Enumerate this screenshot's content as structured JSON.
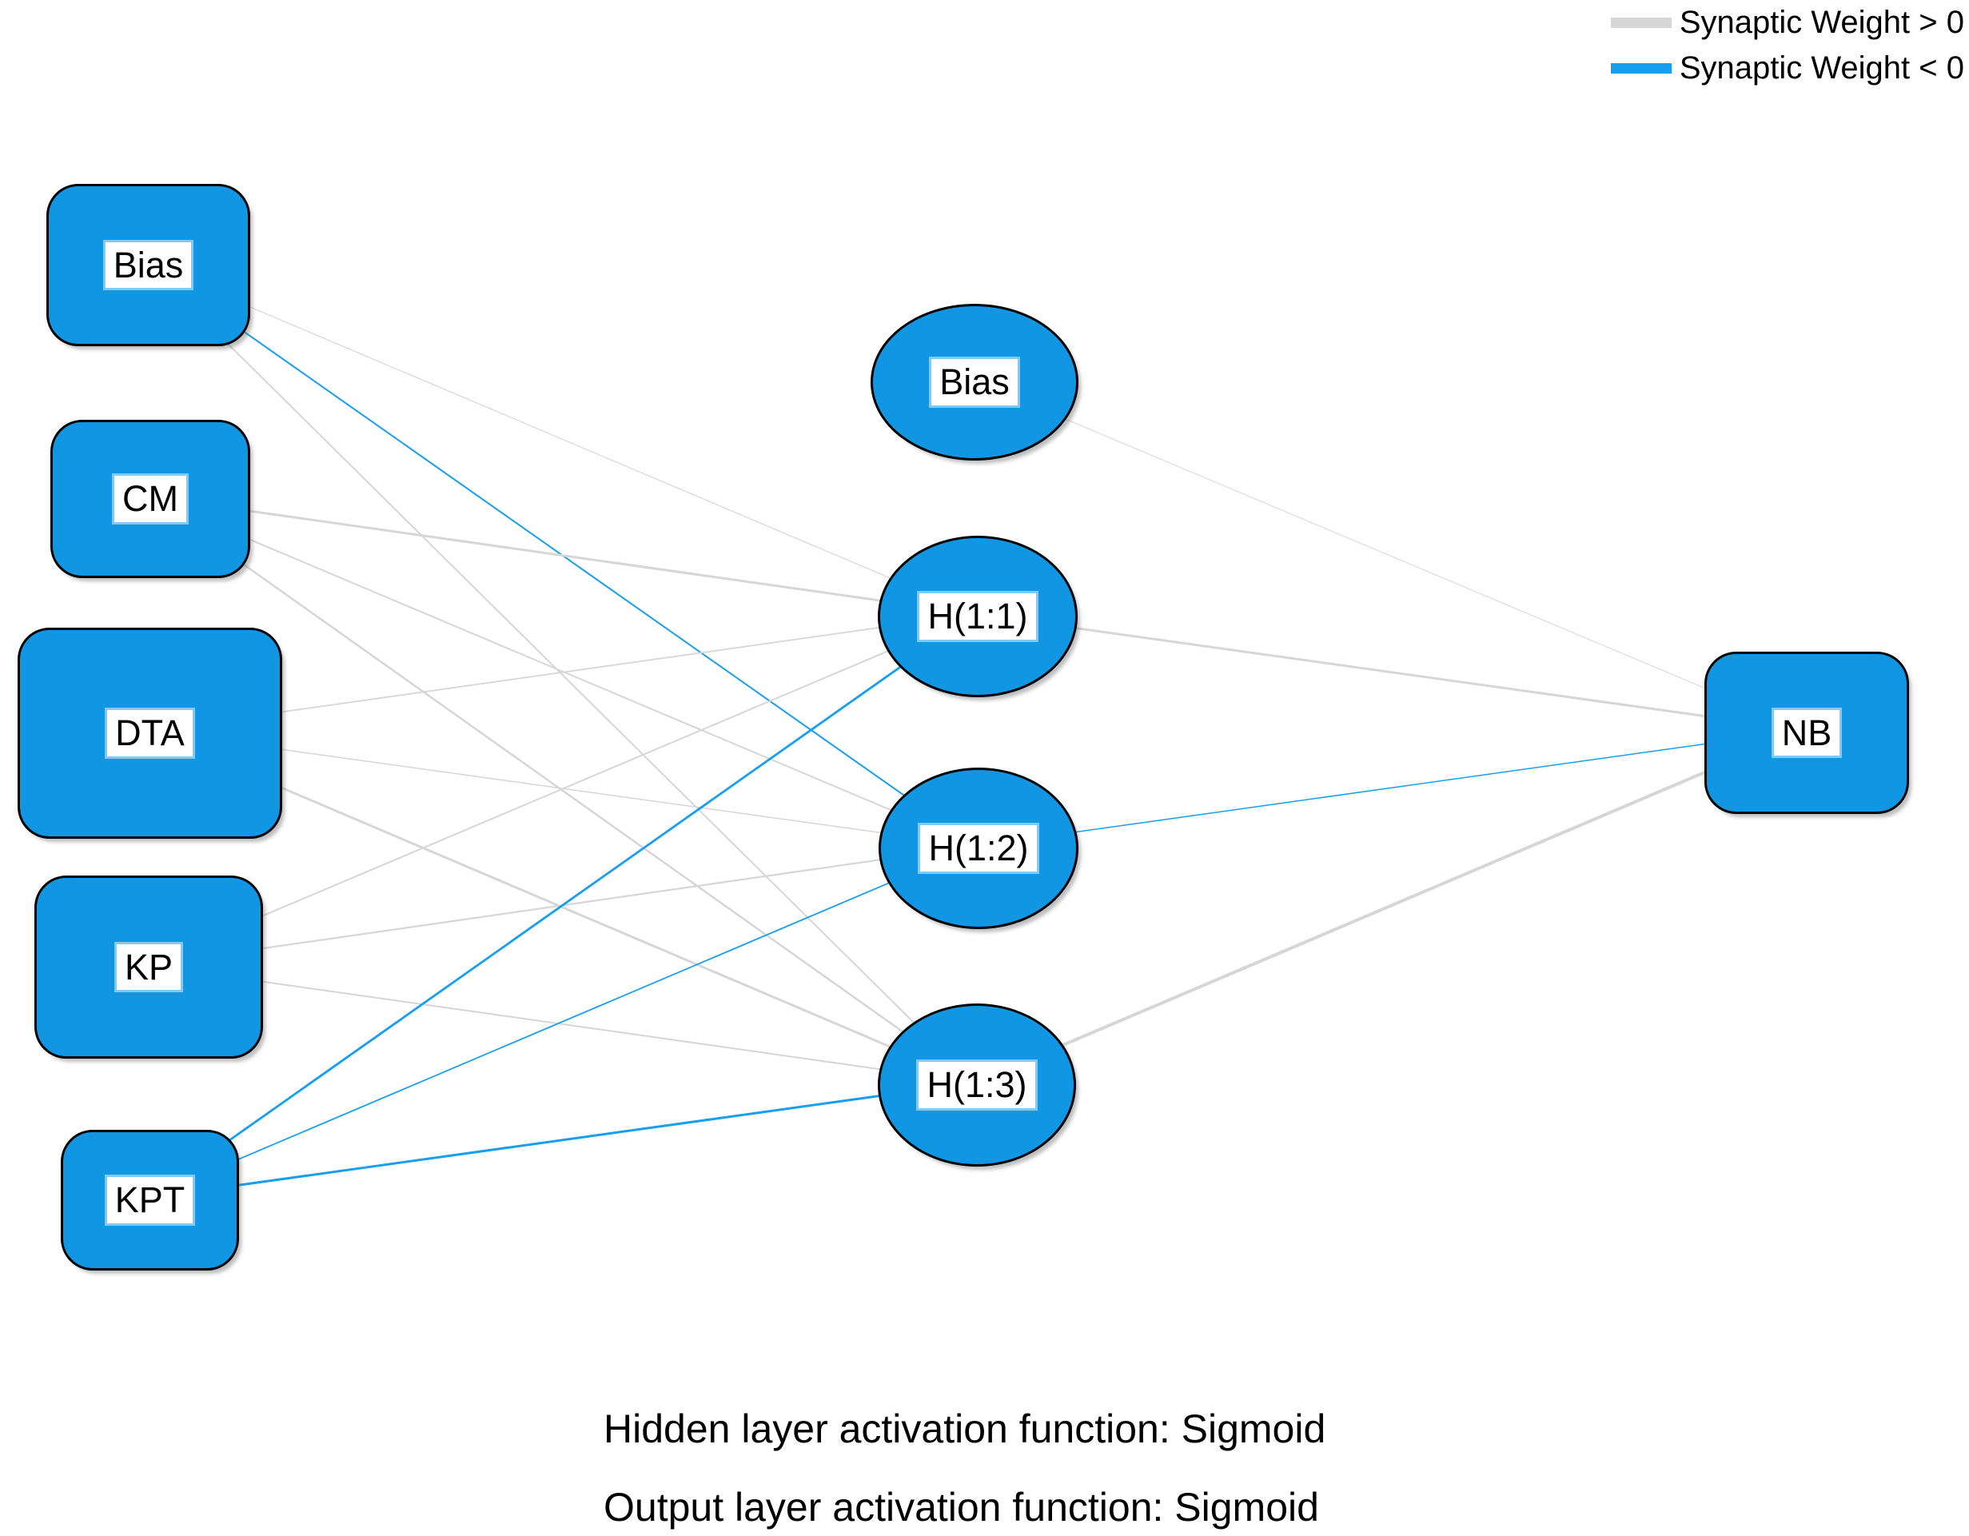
{
  "legend": {
    "positive_label": "Synaptic Weight > 0",
    "negative_label": "Synaptic Weight < 0"
  },
  "colors": {
    "positive_line": "#D6D6D6",
    "negative_line": "#169EEF",
    "node_fill": "#1196E4",
    "node_border": "#000000",
    "label_box_border": "#84C9F3"
  },
  "network": {
    "input_nodes": [
      {
        "id": "bias_in",
        "label": "Bias"
      },
      {
        "id": "cm",
        "label": "CM"
      },
      {
        "id": "dta",
        "label": "DTA"
      },
      {
        "id": "kp",
        "label": "KP"
      },
      {
        "id": "kpt",
        "label": "KPT"
      }
    ],
    "hidden_nodes": [
      {
        "id": "bias_h",
        "label": "Bias"
      },
      {
        "id": "h11",
        "label": "H(1:1)"
      },
      {
        "id": "h12",
        "label": "H(1:2)"
      },
      {
        "id": "h13",
        "label": "H(1:3)"
      }
    ],
    "output_nodes": [
      {
        "id": "nb",
        "label": "NB"
      }
    ],
    "connections": [
      {
        "from": "bias_in",
        "to": "h11",
        "sign": "positive",
        "width": 1.2
      },
      {
        "from": "bias_in",
        "to": "h12",
        "sign": "negative",
        "width": 2
      },
      {
        "from": "bias_in",
        "to": "h13",
        "sign": "positive",
        "width": 2
      },
      {
        "from": "cm",
        "to": "h11",
        "sign": "positive",
        "width": 3
      },
      {
        "from": "cm",
        "to": "h12",
        "sign": "positive",
        "width": 2
      },
      {
        "from": "cm",
        "to": "h13",
        "sign": "positive",
        "width": 2.5
      },
      {
        "from": "dta",
        "to": "h11",
        "sign": "positive",
        "width": 1.8
      },
      {
        "from": "dta",
        "to": "h12",
        "sign": "positive",
        "width": 1.5
      },
      {
        "from": "dta",
        "to": "h13",
        "sign": "positive",
        "width": 3
      },
      {
        "from": "kp",
        "to": "h11",
        "sign": "positive",
        "width": 2
      },
      {
        "from": "kp",
        "to": "h12",
        "sign": "positive",
        "width": 2.2
      },
      {
        "from": "kp",
        "to": "h13",
        "sign": "positive",
        "width": 2
      },
      {
        "from": "kpt",
        "to": "h11",
        "sign": "negative",
        "width": 2.8
      },
      {
        "from": "kpt",
        "to": "h12",
        "sign": "negative",
        "width": 1.8
      },
      {
        "from": "kpt",
        "to": "h13",
        "sign": "negative",
        "width": 3
      },
      {
        "from": "bias_h",
        "to": "nb",
        "sign": "positive",
        "width": 1
      },
      {
        "from": "h11",
        "to": "nb",
        "sign": "positive",
        "width": 3
      },
      {
        "from": "h12",
        "to": "nb",
        "sign": "negative",
        "width": 1.5
      },
      {
        "from": "h13",
        "to": "nb",
        "sign": "positive",
        "width": 4
      }
    ]
  },
  "footer": {
    "hidden_activation": "Hidden layer activation function: Sigmoid",
    "output_activation": "Output layer activation function: Sigmoid"
  }
}
